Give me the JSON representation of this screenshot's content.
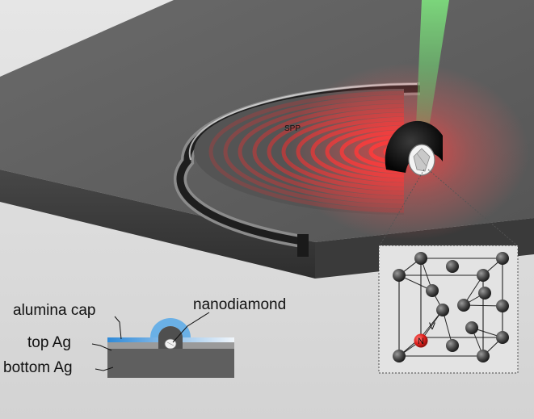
{
  "labels": {
    "spp": "SPP",
    "alumina_cap": "alumina cap",
    "top_ag": "top Ag",
    "bottom_ag": "bottom Ag",
    "nanodiamond": "nanodiamond",
    "vacancy": "V",
    "nitrogen": "N"
  },
  "colors": {
    "background": "#d8d8d8",
    "silver_surface": "#5e5e5e",
    "silver_side": "#3c3c3c",
    "plasmon": "#ff2b2b",
    "laser": "#5fd35f",
    "alumina": "#3d9be0",
    "nitrogen_atom": "#e0201c",
    "carbon_atom": "#4a4a4a"
  }
}
